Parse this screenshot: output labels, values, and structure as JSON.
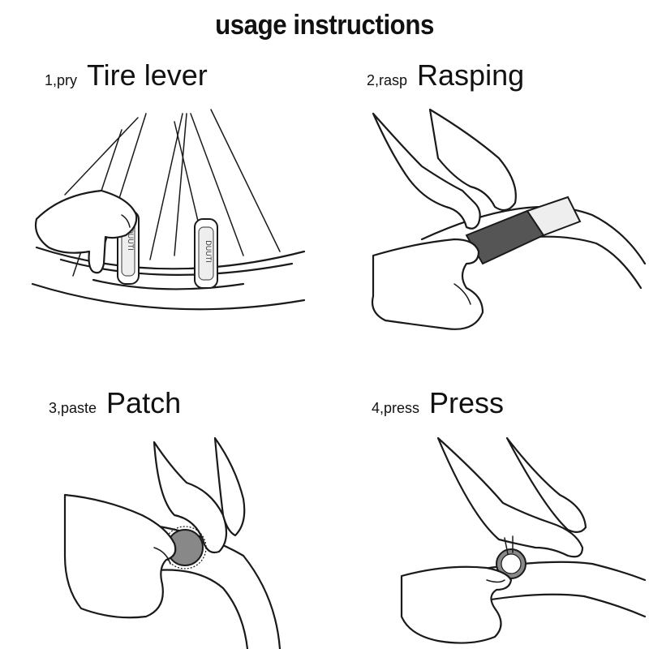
{
  "title": "usage instructions",
  "steps": [
    {
      "num": "1,pry",
      "name": "Tire lever",
      "brand": "DUUTI"
    },
    {
      "num": "2,rasp",
      "name": "Rasping"
    },
    {
      "num": "3,paste",
      "name": "Patch"
    },
    {
      "num": "4,press",
      "name": "Press"
    }
  ]
}
